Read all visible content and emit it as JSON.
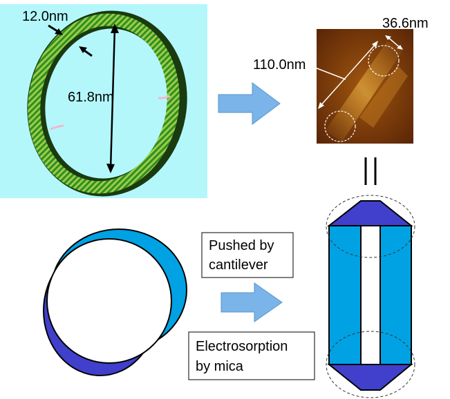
{
  "ring_model": {
    "thickness_label": "12.0nm",
    "diameter_label": "61.8nm"
  },
  "afm_image": {
    "width_label": "36.6nm",
    "length_label": "110.0nm"
  },
  "captions": {
    "pushed_line1": "Pushed by",
    "pushed_line2": "cantilever",
    "electro_line1": "Electrosorption",
    "electro_line2": "by mica"
  },
  "colors": {
    "panel_bg": "#b3f7fb",
    "arrow_fill": "#7ab4e8",
    "light_blue": "#00a2e3",
    "dark_blue": "#4040cc",
    "afm_brown": "#7a3a0a"
  }
}
